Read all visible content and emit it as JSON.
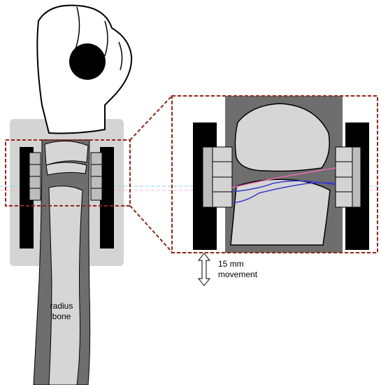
{
  "labels": {
    "bone_line1": "radius",
    "bone_line2": "bone",
    "movement_line1": "15 mm",
    "movement_line2": "movement"
  },
  "colors": {
    "outline": "#000000",
    "housing": "#d4d4d4",
    "bone_dark": "#6e6e6e",
    "bone_light": "#d6d6d6",
    "sensor": "#bdbdbd",
    "plate": "#000000",
    "dash_box": "#8b2a1a",
    "pink_band": "#f5b8cc",
    "cyan_line": "#7fd8e6",
    "pink_line": "#e86ab0",
    "blue_line": "#3a3acc"
  },
  "icons": [
    "fist-icon",
    "knuckle-ball-icon",
    "double-arrow-icon"
  ]
}
